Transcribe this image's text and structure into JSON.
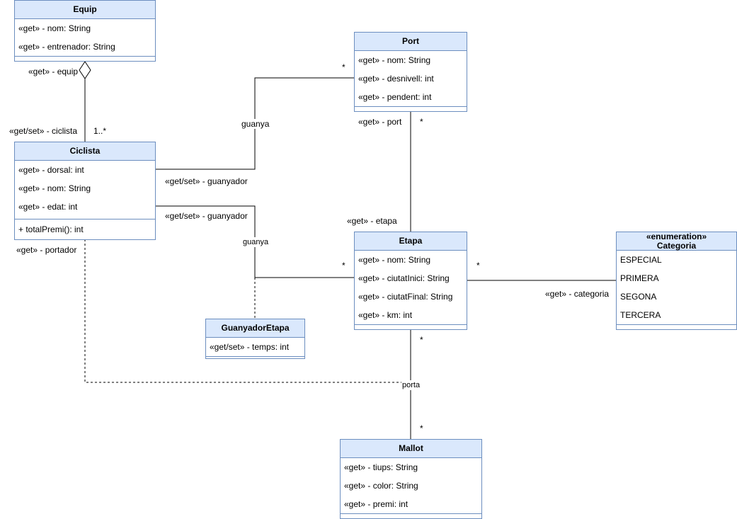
{
  "classes": {
    "equip": {
      "name": "Equip",
      "attributes": [
        "«get» - nom: String",
        "«get» - entrenador: String"
      ]
    },
    "port": {
      "name": "Port",
      "attributes": [
        "«get» - nom: String",
        "«get» - desnivell: int",
        "«get» - pendent: int"
      ]
    },
    "ciclista": {
      "name": "Ciclista",
      "attributes": [
        "«get» - dorsal: int",
        "«get» - nom: String",
        "«get» - edat: int"
      ],
      "methods": [
        "+ totalPremi(): int"
      ]
    },
    "etapa": {
      "name": "Etapa",
      "attributes": [
        "«get» - nom: String",
        "«get» - ciutatInici: String",
        "«get» - ciutatFinal: String",
        "«get» - km: int"
      ]
    },
    "categoria": {
      "stereotype": "«enumeration»",
      "name": "Categoria",
      "literals": [
        "ESPECIAL",
        "PRIMERA",
        "SEGONA",
        "TERCERA"
      ]
    },
    "guanyadorEtapa": {
      "name": "GuanyadorEtapa",
      "attributes": [
        "«get/set» - temps: int"
      ]
    },
    "mallot": {
      "name": "Mallot",
      "attributes": [
        "«get» - tiups: String",
        "«get» - color: String",
        "«get» - premi: int"
      ]
    }
  },
  "associations": {
    "equip_ciclista": {
      "role_equip": "«get» - equip",
      "role_ciclista": "«get/set» - ciclista",
      "multiplicity_ciclista": "1..*"
    },
    "guanya_port": {
      "name": "guanya",
      "role_guanyador": "«get/set» - guanyador",
      "multiplicity_port": "*"
    },
    "guanya_etapa": {
      "name": "guanya",
      "role_guanyador": "«get/set» - guanyador",
      "multiplicity_etapa": "*"
    },
    "port_etapa": {
      "role_port": "«get» - port",
      "role_etapa": "«get» - etapa",
      "multiplicity_port": "*"
    },
    "etapa_categoria": {
      "role_categoria": "«get» - categoria",
      "multiplicity_etapa": "*"
    },
    "porta": {
      "name": "porta",
      "role_portador": "«get» - portador",
      "multiplicity_etapa": "*",
      "multiplicity_mallot": "*"
    }
  },
  "colors": {
    "class_fill": "#dae8fc",
    "class_border": "#6c8ebf",
    "line": "#000000"
  },
  "icons": {
    "aggregation": "hollow-diamond"
  }
}
